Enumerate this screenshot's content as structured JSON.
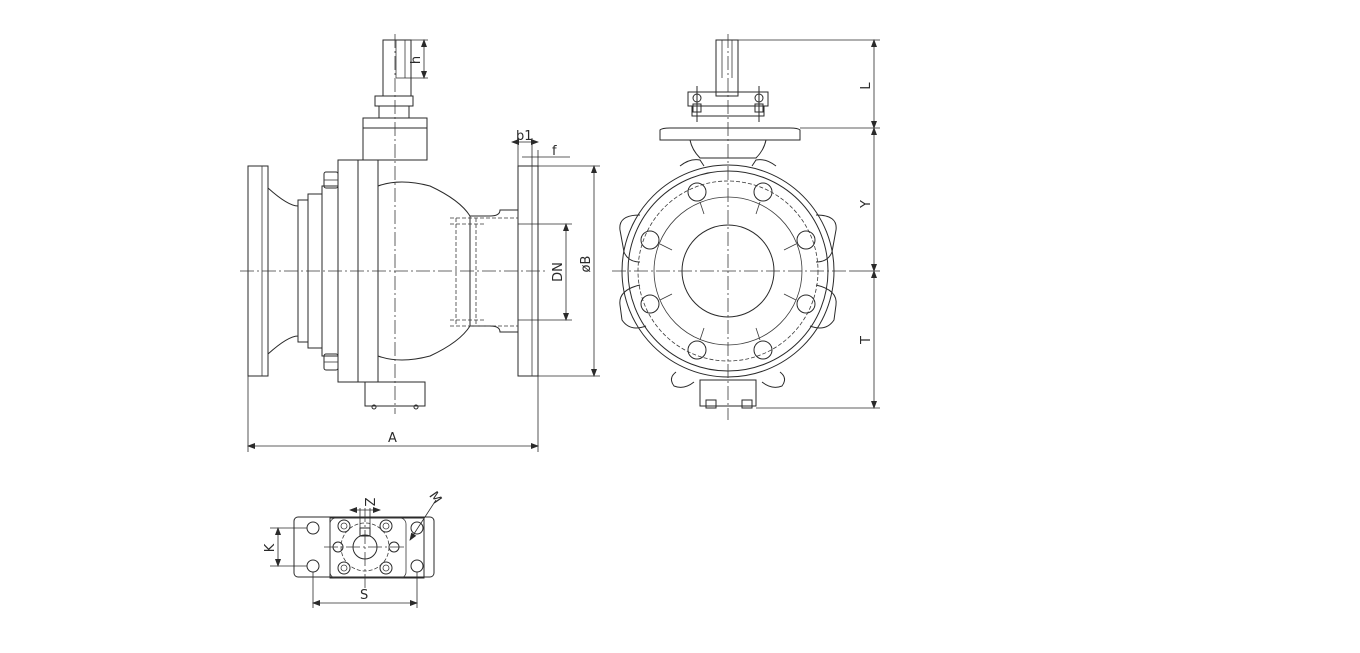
{
  "labels": {
    "h": "h",
    "b1": "b1",
    "f": "f",
    "DN": "DN",
    "B": "øB",
    "A": "A",
    "L": "L",
    "Y": "Y",
    "T": "T",
    "Z": "Z",
    "M": "M",
    "K": "K",
    "S": "S"
  },
  "colors": {
    "line": "#2a2a2a",
    "background": "#ffffff"
  }
}
